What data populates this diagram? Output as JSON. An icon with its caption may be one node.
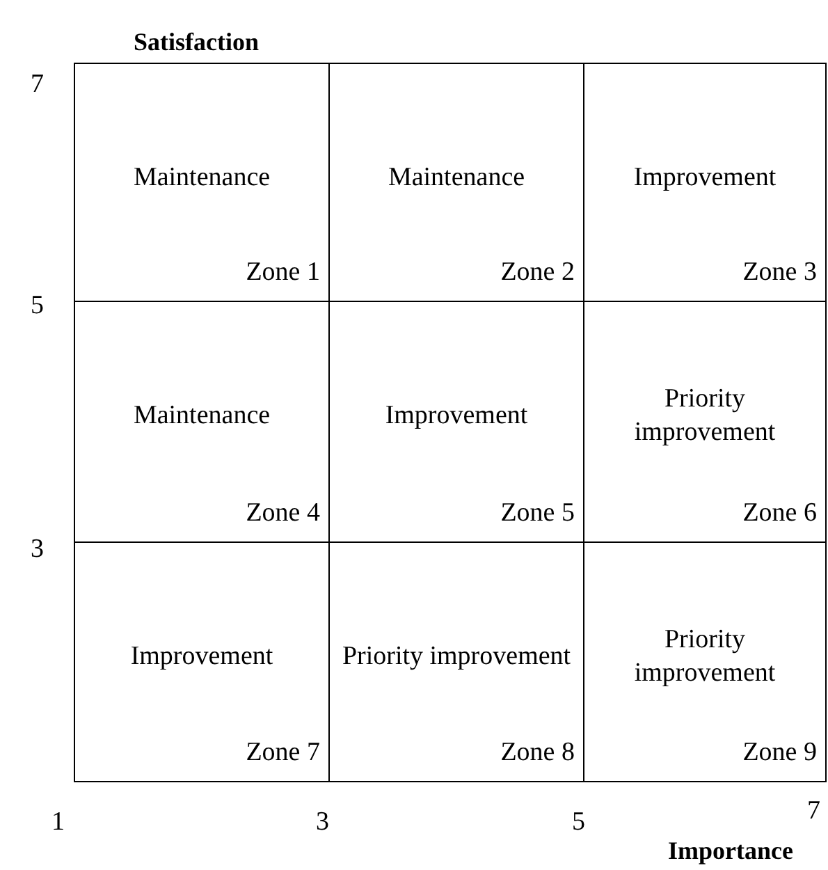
{
  "diagram": {
    "nodes": [
      {
        "text": [
          "Maintenance",
          "Zone 1"
        ]
      },
      {
        "text": [
          "Maintenance",
          "Zone 2"
        ]
      },
      {
        "text": [
          "Improvement",
          "Zone 3"
        ]
      },
      {
        "text": [
          "Maintenance",
          "Zone 4"
        ]
      },
      {
        "text": [
          "Improvement",
          "Zone 5"
        ]
      },
      {
        "text": [
          "Priority improvement",
          "Zone 6"
        ]
      },
      {
        "text": [
          "Improvement",
          "Zone 7"
        ]
      },
      {
        "text": [
          "Priority improvement",
          "Zone 8"
        ]
      },
      {
        "text": [
          "Priority improvement",
          "Zone 9"
        ]
      }
    ],
    "edges": [],
    "labels": [
      "Satisfaction",
      "7",
      "5",
      "3",
      "1",
      "3",
      "5",
      "7",
      "Importance"
    ]
  }
}
